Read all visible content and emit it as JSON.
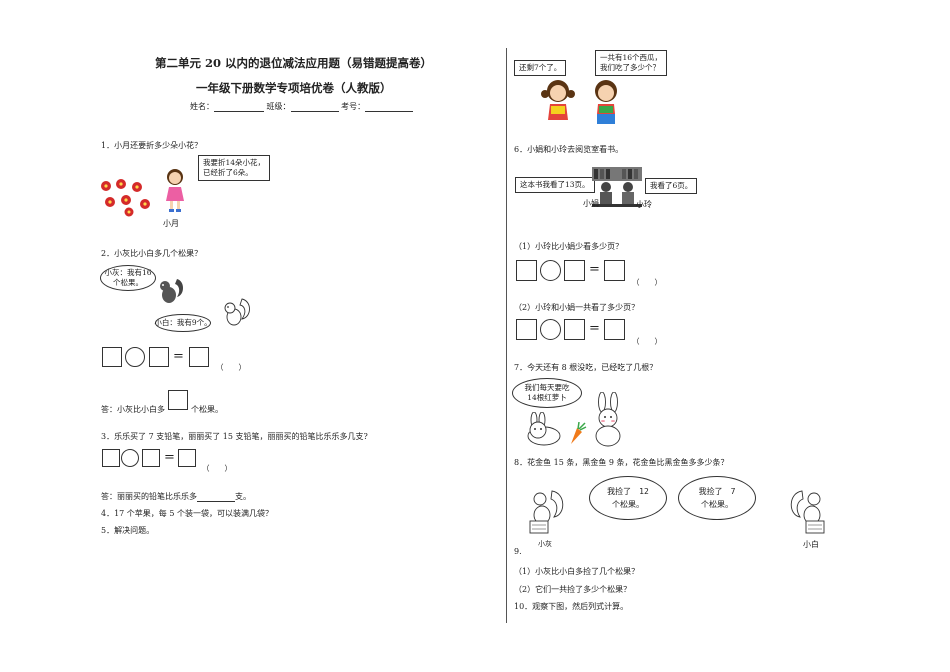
{
  "header": {
    "title_line1": "第二单元 20 以内的退位减法应用题（易错题提高卷）",
    "title_line2": "一年级下册数学专项培优卷（人教版）",
    "name_label": "姓名：",
    "class_label": "班级：",
    "number_label": "考号："
  },
  "left": {
    "q1": {
      "text": "1．小月还要折多少朵小花？",
      "bubble_line1": "我要折14朵小花，",
      "bubble_line2": "已经折了6朵。",
      "name": "小月"
    },
    "q2": {
      "text": "2．小灰比小白多几个松果？",
      "bubble_a_line1": "小灰：我有16",
      "bubble_a_line2": "个松果。",
      "bubble_b": "小白：我有9个。",
      "equals": "=",
      "paren": "（　　）",
      "answer_pre": "答：小灰比小白多",
      "answer_post": "个松果。"
    },
    "q3": {
      "text": "3．乐乐买了 7 支铅笔，丽丽买了 15 支铅笔，丽丽买的铅笔比乐乐多几支?",
      "equals": "=",
      "paren": "（　　）",
      "answer_pre": "答：丽丽买的铅笔比乐乐多",
      "answer_post": "支。"
    },
    "q4": {
      "text": "4．17 个苹果，每 5 个装一袋，可以装满几袋？"
    },
    "q5": {
      "text": "5．解决问题。"
    }
  },
  "right": {
    "top": {
      "bubble_left": "还剩7个了。",
      "bubble_right_line1": "一共有16个西瓜，",
      "bubble_right_line2": "我们吃了多少个？"
    },
    "q6": {
      "text": "6．小娟和小玲去阅览室看书。",
      "bubble_left": "这本书我看了13页。",
      "bubble_right": "我看了6页。",
      "name_left": "小娟",
      "name_right": "小玲",
      "sub1": "（1）小玲比小娟少看多少页？",
      "sub2": "（2）小玲和小娟一共看了多少页？",
      "equals": "=",
      "paren": "（　　）"
    },
    "q7": {
      "text": "7．今天还有 8 根没吃，已经吃了几根？",
      "bubble_line1": "我们每天要吃",
      "bubble_line2": "14根红萝卜"
    },
    "q8": {
      "text": "8．花金鱼 15 条，黑金鱼 9 条，花金鱼比黑金鱼多多少条？",
      "cloud_left_line1": "我捡了　12",
      "cloud_left_line2": "个松果。",
      "cloud_right_line1": "我捡了　7",
      "cloud_right_line2": "个松果。",
      "name_left": "小灰",
      "name_right": "小白"
    },
    "q9": {
      "text": "9.",
      "sub1": "（1）小灰比小白多捡了几个松果？",
      "sub2": "（2）它们一共捡了多少个松果？"
    },
    "q10": {
      "text": "10．观察下图，然后列式计算。"
    }
  },
  "colors": {
    "flower": "#d42a2a",
    "carrot": "#f07a1a",
    "book": "#e8c020",
    "shirt_blue": "#2f7fd8",
    "skin": "#f6d2b0",
    "hair": "#5a3413"
  }
}
